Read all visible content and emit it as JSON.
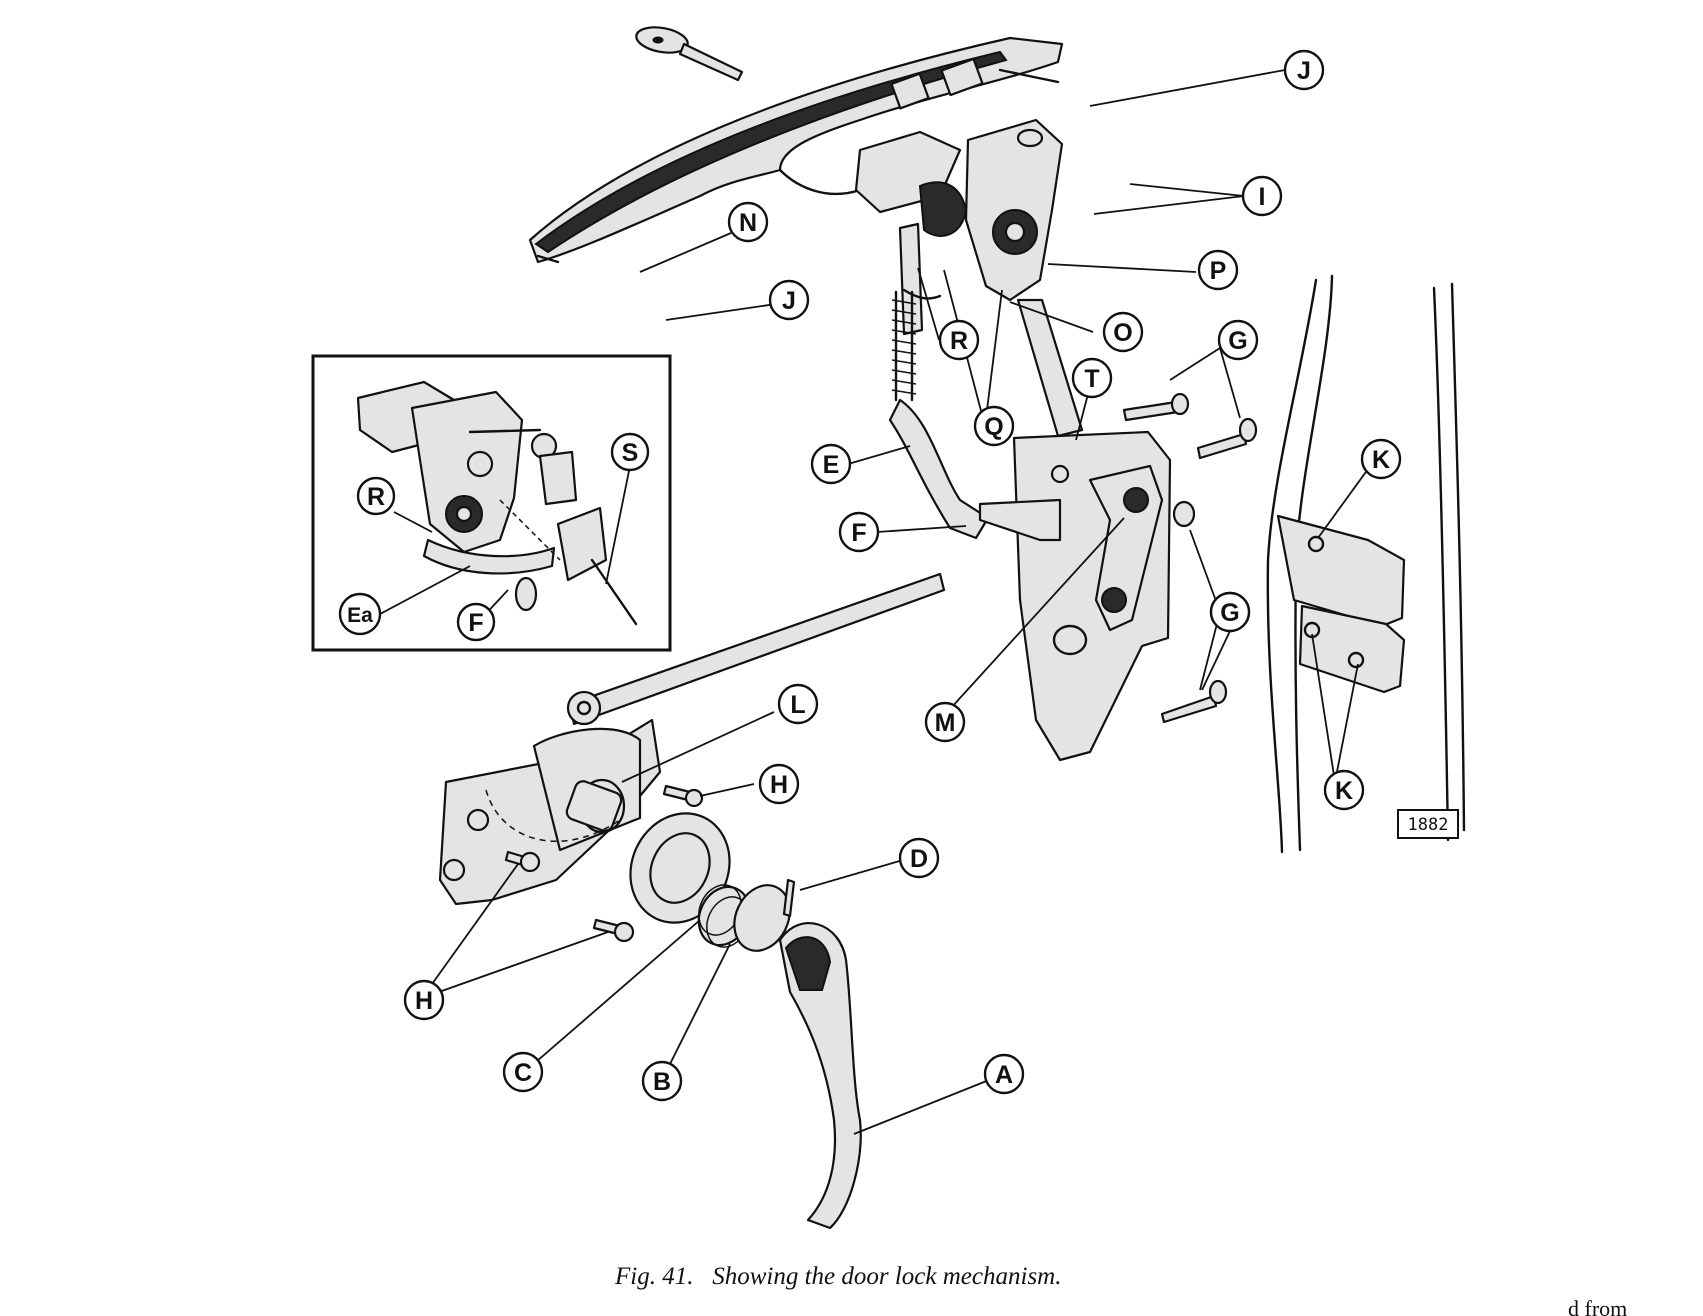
{
  "callouts": [
    {
      "label": "J"
    },
    {
      "label": "I"
    },
    {
      "label": "N"
    },
    {
      "label": "J"
    },
    {
      "label": "P"
    },
    {
      "label": "R"
    },
    {
      "label": "O"
    },
    {
      "label": "G"
    },
    {
      "label": "T"
    },
    {
      "label": "Q"
    },
    {
      "label": "E"
    },
    {
      "label": "F"
    },
    {
      "label": "K"
    },
    {
      "label": "G"
    },
    {
      "label": "M"
    },
    {
      "label": "G"
    },
    {
      "label": "K"
    },
    {
      "label": "L"
    },
    {
      "label": "H"
    },
    {
      "label": "D"
    },
    {
      "label": "H"
    },
    {
      "label": "C"
    },
    {
      "label": "B"
    },
    {
      "label": "A"
    }
  ],
  "inset_callouts": [
    {
      "label": "S"
    },
    {
      "label": "R"
    },
    {
      "label": "Ea"
    },
    {
      "label": "F"
    }
  ],
  "reference_number": "1882",
  "caption": "Fig. 41.   Showing the door lock mechanism.",
  "partial_text": "d from",
  "colors": {
    "ink": "#111111",
    "paper": "#ffffff"
  }
}
